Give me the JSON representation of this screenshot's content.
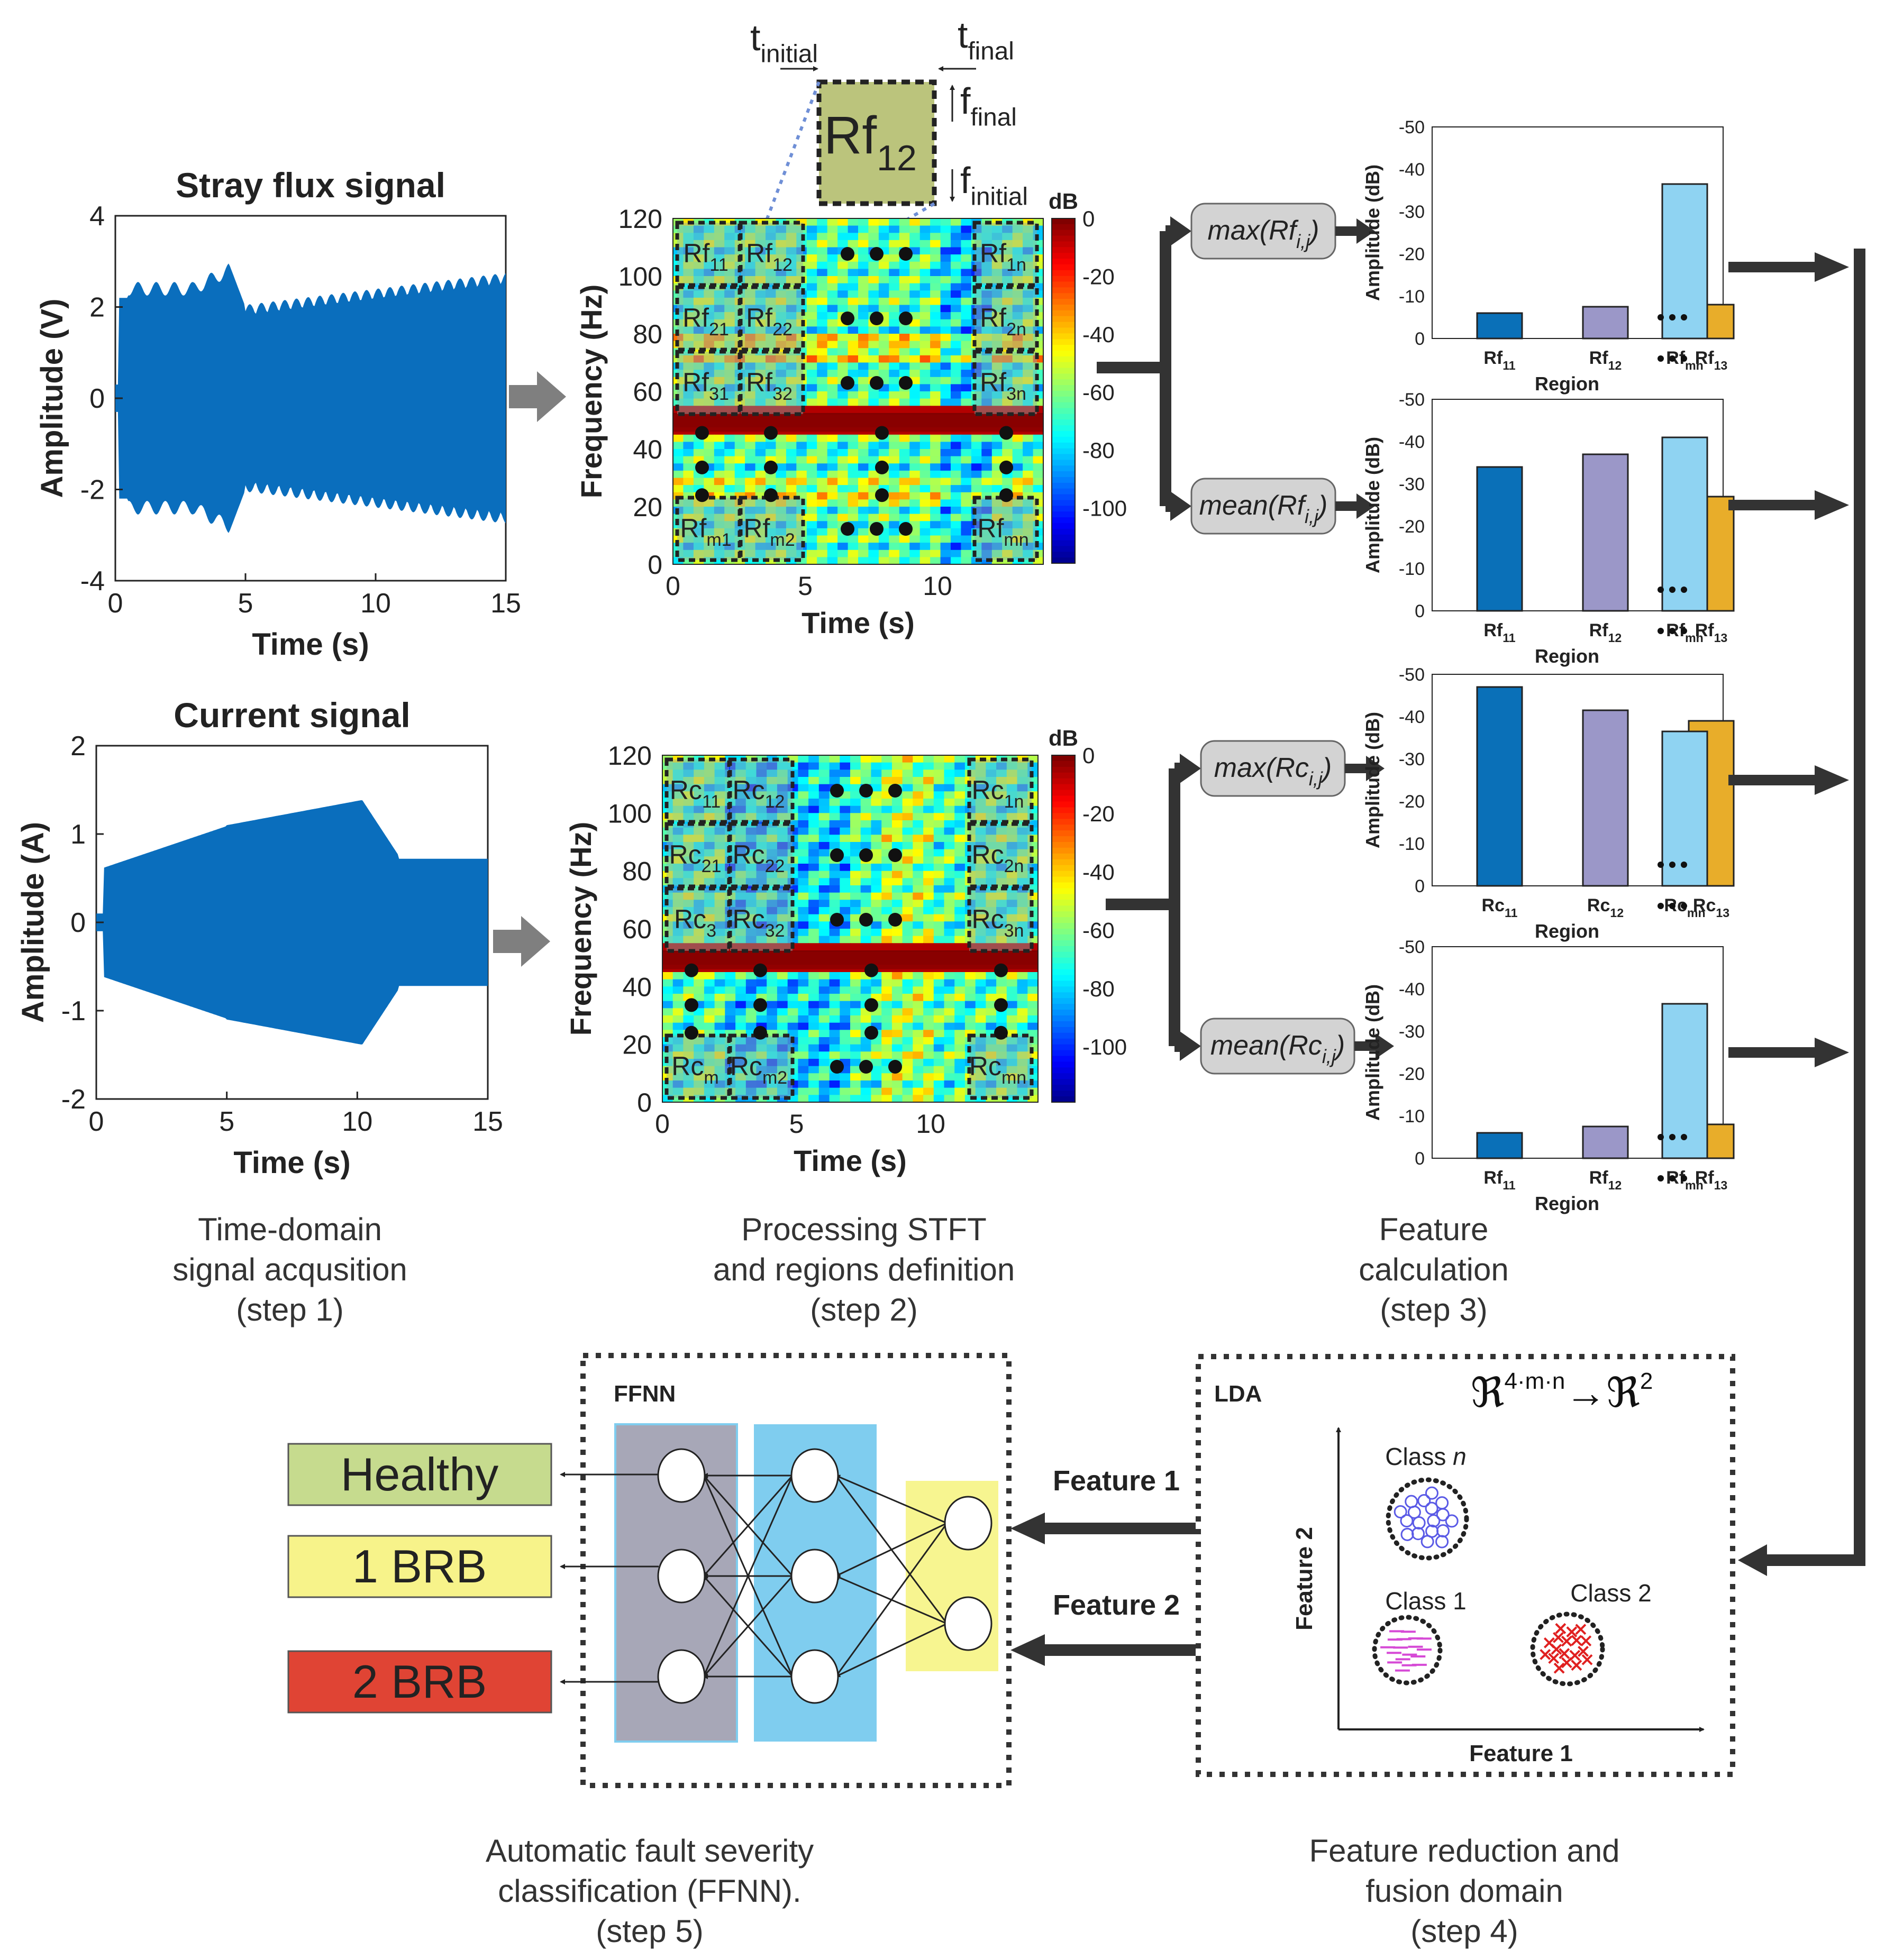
{
  "signal_plots": [
    {
      "title": "Stray flux signal",
      "ylabel": "Amplitude (V)",
      "xlabel": "Time (s)",
      "yticks": [
        "4",
        "2",
        "0",
        "-2",
        "-4"
      ],
      "xticks": [
        "0",
        "5",
        "10",
        "15"
      ],
      "ylim": [
        -4,
        4
      ],
      "xlim": [
        0,
        15
      ]
    },
    {
      "title": "Current signal",
      "ylabel": "Amplitude (A)",
      "xlabel": "Time (s)",
      "yticks": [
        "2",
        "1",
        "0",
        "-1",
        "-2"
      ],
      "xticks": [
        "0",
        "5",
        "10",
        "15"
      ],
      "ylim": [
        -2,
        2
      ],
      "xlim": [
        0,
        15
      ]
    }
  ],
  "zoom_region": {
    "label_main": "Rf",
    "label_sub": "12",
    "t_initial": "initial",
    "t_final": "final",
    "f_final": "final",
    "f_initial": "initial",
    "t": "t",
    "f": "f"
  },
  "spectrograms": [
    {
      "prefix": "Rf",
      "ylabel": "Frequency (Hz)",
      "xlabel": "Time (s)",
      "yticks": [
        "120",
        "100",
        "80",
        "60",
        "40",
        "20",
        "0"
      ],
      "xticks": [
        "0",
        "5",
        "10"
      ],
      "cbar_unit": "dB",
      "cbar_ticks": [
        "0",
        "-20",
        "-40",
        "-60",
        "-80",
        "-100"
      ],
      "regions": [
        "11",
        "12",
        "1n",
        "21",
        "22",
        "2n",
        "31",
        "32",
        "3n",
        "m1",
        "m2",
        "mn"
      ]
    },
    {
      "prefix": "Rc",
      "ylabel": "Frequency (Hz)",
      "xlabel": "Time (s)",
      "yticks": [
        "120",
        "100",
        "80",
        "60",
        "40",
        "20",
        "0"
      ],
      "xticks": [
        "0",
        "5",
        "10"
      ],
      "cbar_unit": "dB",
      "cbar_ticks": [
        "0",
        "-20",
        "-40",
        "-60",
        "-80",
        "-100"
      ],
      "regions": [
        "11",
        "12",
        "1n",
        "21",
        "22",
        "2n",
        "3",
        "32",
        "3n",
        "m",
        "m2",
        "mn"
      ]
    }
  ],
  "operations": [
    {
      "fn": "max",
      "arg": "Rf",
      "sub": "i,j"
    },
    {
      "fn": "mean",
      "arg": "Rf",
      "sub": "i,j"
    },
    {
      "fn": "max",
      "arg": "Rc",
      "sub": "i,j"
    },
    {
      "fn": "mean",
      "arg": "Rc",
      "sub": "i,j"
    }
  ],
  "chart_data": [
    {
      "type": "bar",
      "ylabel": "Amplitude (dB)",
      "xlabel": "Region",
      "yticks": [
        "-50",
        "-40",
        "-30",
        "-20",
        "-10",
        "0"
      ],
      "ylim": [
        0,
        -50
      ],
      "categories": [
        {
          "main": "Rf",
          "sub": "11"
        },
        {
          "main": "Rf",
          "sub": "12"
        },
        {
          "main": "Rf",
          "sub": "13"
        },
        {
          "main": "Rf",
          "sub": "mn"
        }
      ],
      "values": [
        -6,
        -7.5,
        -8,
        -36.5
      ]
    },
    {
      "type": "bar",
      "ylabel": "Amplitude (dB)",
      "xlabel": "Region",
      "yticks": [
        "-50",
        "-40",
        "-30",
        "-20",
        "-10",
        "0"
      ],
      "ylim": [
        0,
        -50
      ],
      "categories": [
        {
          "main": "Rf",
          "sub": "11"
        },
        {
          "main": "Rf",
          "sub": "12"
        },
        {
          "main": "Rf",
          "sub": "13"
        },
        {
          "main": "Rf",
          "sub": "mn"
        }
      ],
      "values": [
        -34,
        -37,
        -27,
        -41
      ]
    },
    {
      "type": "bar",
      "ylabel": "Amplitude (dB)",
      "xlabel": "Region",
      "yticks": [
        "-50",
        "-40",
        "-30",
        "-20",
        "-10",
        "0"
      ],
      "ylim": [
        0,
        -50
      ],
      "categories": [
        {
          "main": "Rc",
          "sub": "11"
        },
        {
          "main": "Rc",
          "sub": "12"
        },
        {
          "main": "Rc",
          "sub": "13"
        },
        {
          "main": "Rc",
          "sub": "mn"
        }
      ],
      "values": [
        -47,
        -41.5,
        -39,
        -36.5
      ]
    },
    {
      "type": "bar",
      "ylabel": "Amplitude (dB)",
      "xlabel": "Region",
      "yticks": [
        "-50",
        "-40",
        "-30",
        "-20",
        "-10",
        "0"
      ],
      "ylim": [
        0,
        -50
      ],
      "categories": [
        {
          "main": "Rf",
          "sub": "11"
        },
        {
          "main": "Rf",
          "sub": "12"
        },
        {
          "main": "Rf",
          "sub": "13"
        },
        {
          "main": "Rf",
          "sub": "mn"
        }
      ],
      "values": [
        -6,
        -7.5,
        -8,
        -36.5
      ]
    }
  ],
  "bar_colors": [
    "#0a70b8",
    "#9b97c8",
    "#e8ad2a",
    "#8fd3f2"
  ],
  "step_captions": [
    [
      "Time-domain",
      "signal acqusition",
      "(step 1)"
    ],
    [
      "Processing STFT",
      "and regions definition",
      "(step 2)"
    ],
    [
      "Feature",
      "calculation",
      "(step 3)"
    ],
    [
      "Feature reduction and",
      "fusion domain",
      "(step 4)"
    ],
    [
      "Automatic fault severity",
      "classification (FFNN).",
      "(step 5)"
    ]
  ],
  "lda": {
    "label": "LDA",
    "formula_left": "ℜ",
    "formula_sup1": "4·m·n",
    "formula_arrow": "→ℜ",
    "formula_sup2": "2",
    "xlabel": "Feature 1",
    "ylabel": "Feature 2",
    "class_n": "Class",
    "class_n_italic": "n",
    "class_1": "Class 1",
    "class_2": "Class 2"
  },
  "ffnn": {
    "label": "FFNN",
    "feature1": "Feature 1",
    "feature2": "Feature 2"
  },
  "outputs": [
    {
      "label": "Healthy",
      "color": "#c6db8e"
    },
    {
      "label": "1 BRB",
      "color": "#f7f38a"
    },
    {
      "label": "2 BRB",
      "color": "#e04434"
    }
  ],
  "colors": {
    "signal": "#0a6ebd",
    "arrow": "#333333",
    "gray_arrow": "#7f7f7f",
    "ffnn_layer1": "#a7a7b7",
    "ffnn_layer2": "#7fcdef",
    "ffnn_layer3": "#f7f590",
    "op_box": "#d3d3d3"
  }
}
